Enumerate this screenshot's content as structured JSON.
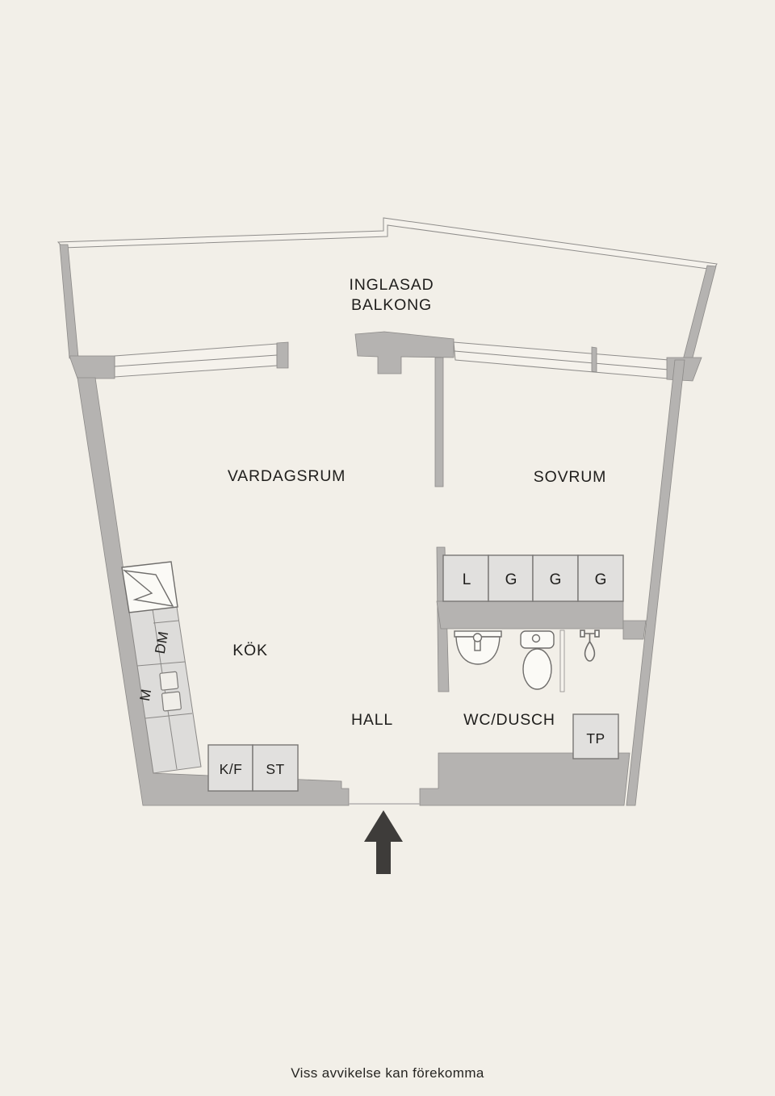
{
  "page": {
    "footer_note": "Viss avvikelse kan förekomma"
  },
  "floorplan": {
    "rooms": {
      "balcony_line1": "INGLASAD",
      "balcony_line2": "BALKONG",
      "living_room": "VARDAGSRUM",
      "bedroom": "SOVRUM",
      "kitchen": "KÖK",
      "hall": "HALL",
      "bathroom": "WC/DUSCH"
    },
    "fixtures": {
      "wardrobes": [
        "L",
        "G",
        "G",
        "G"
      ],
      "dishwasher": "DM",
      "machine": "M",
      "fridge_freezer": "K/F",
      "storage": "ST",
      "dryer": "TP"
    },
    "colors": {
      "background": "#f2efe8",
      "wall": "#b5b3b1",
      "furniture": "#e1e0de",
      "arrow": "#3e3c3a",
      "text": "#1f1e1c"
    }
  }
}
